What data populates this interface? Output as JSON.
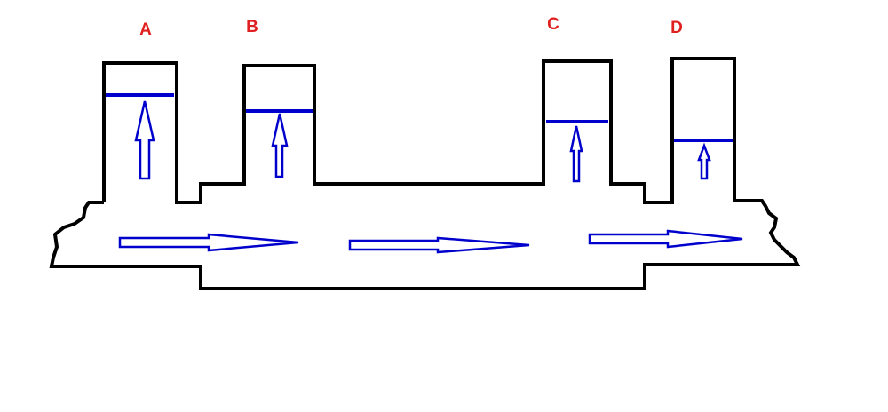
{
  "colors": {
    "outline": "#000000",
    "fluid": "#0000cc",
    "label": "#e02020",
    "background": "#ffffff"
  },
  "tubes": [
    {
      "label": "A"
    },
    {
      "label": "B"
    },
    {
      "label": "C"
    },
    {
      "label": "D"
    }
  ],
  "flow_arrows": [
    {
      "direction": "right"
    },
    {
      "direction": "right"
    },
    {
      "direction": "right"
    }
  ]
}
